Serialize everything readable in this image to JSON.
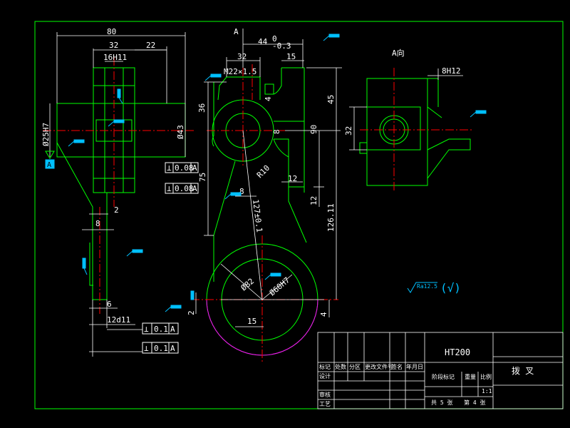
{
  "drawing": {
    "view_label_a": "A",
    "view_label_a_view": "A向",
    "datum_a": "A",
    "roughness_note": "Ra12.5",
    "roughness_paren": "(√)"
  },
  "dimensions": {
    "d80": "80",
    "d32a": "32",
    "d22": "22",
    "d16h11": "16H11",
    "d025h7": "Ø25H7",
    "d8a": "8",
    "d2": "2",
    "d6": "6",
    "d12d11": "12d11",
    "d44": "44",
    "d44tol": "0\n-0.3",
    "d44tol_top": "0",
    "d44tol_bot": "-0.3",
    "d32b": "32",
    "d15a": "15",
    "dm22": "M22×1.5",
    "d4a": "4",
    "d36": "36",
    "d45": "45",
    "dphi43": "Ø43",
    "d8b": "8",
    "d90": "90",
    "d75": "75",
    "dr10": "R10",
    "d12a": "12",
    "d12b": "12",
    "d8c": "8",
    "d127": "127±0.1",
    "d126": "126.11",
    "dphi60h7": "Ø60H7",
    "dphi82": "Ø82",
    "d15b": "15",
    "d2b": "2",
    "d4b": "4",
    "d8h12": "8H12",
    "d32c": "32"
  },
  "tolerance_frames": [
    {
      "symbol": "⊥",
      "value": "0.08",
      "datum": "A"
    },
    {
      "symbol": "⊥",
      "value": "0.08",
      "datum": "A"
    },
    {
      "symbol": "⊥",
      "value": "0.1",
      "datum": "A"
    },
    {
      "symbol": "⊥",
      "value": "0.1",
      "datum": "A"
    }
  ],
  "title_block": {
    "material": "HT200",
    "part_name": "拨 叉",
    "col_mark": "标记",
    "col_count": "处数",
    "col_zone": "分区",
    "col_doc": "更改文件号",
    "col_sign": "签名",
    "col_date": "年月日",
    "row_design": "设计",
    "row_review": "审核",
    "row_process": "工艺",
    "stage_mark": "阶段标记",
    "weight": "重量",
    "scale": "比例",
    "scale_value": "1:1",
    "sheets": "共 5 张",
    "sheet_no": "第 4 张"
  },
  "colors": {
    "background": "#000000",
    "outline": "#00ff00",
    "dimension": "#ffffff",
    "centerline": "#ff0000",
    "hidden": "#ff00ff",
    "roughness": "#00c0ff"
  }
}
